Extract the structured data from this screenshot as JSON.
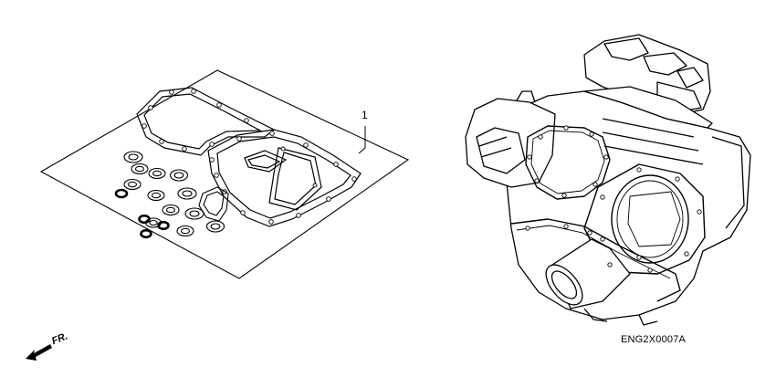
{
  "diagram": {
    "callout_number": "1",
    "drawing_code": "ENG2X0007A",
    "direction_label": "FR.",
    "icons": [
      "front-direction-arrow-icon",
      "gasket-kit-sheet",
      "engine-assembly"
    ]
  }
}
